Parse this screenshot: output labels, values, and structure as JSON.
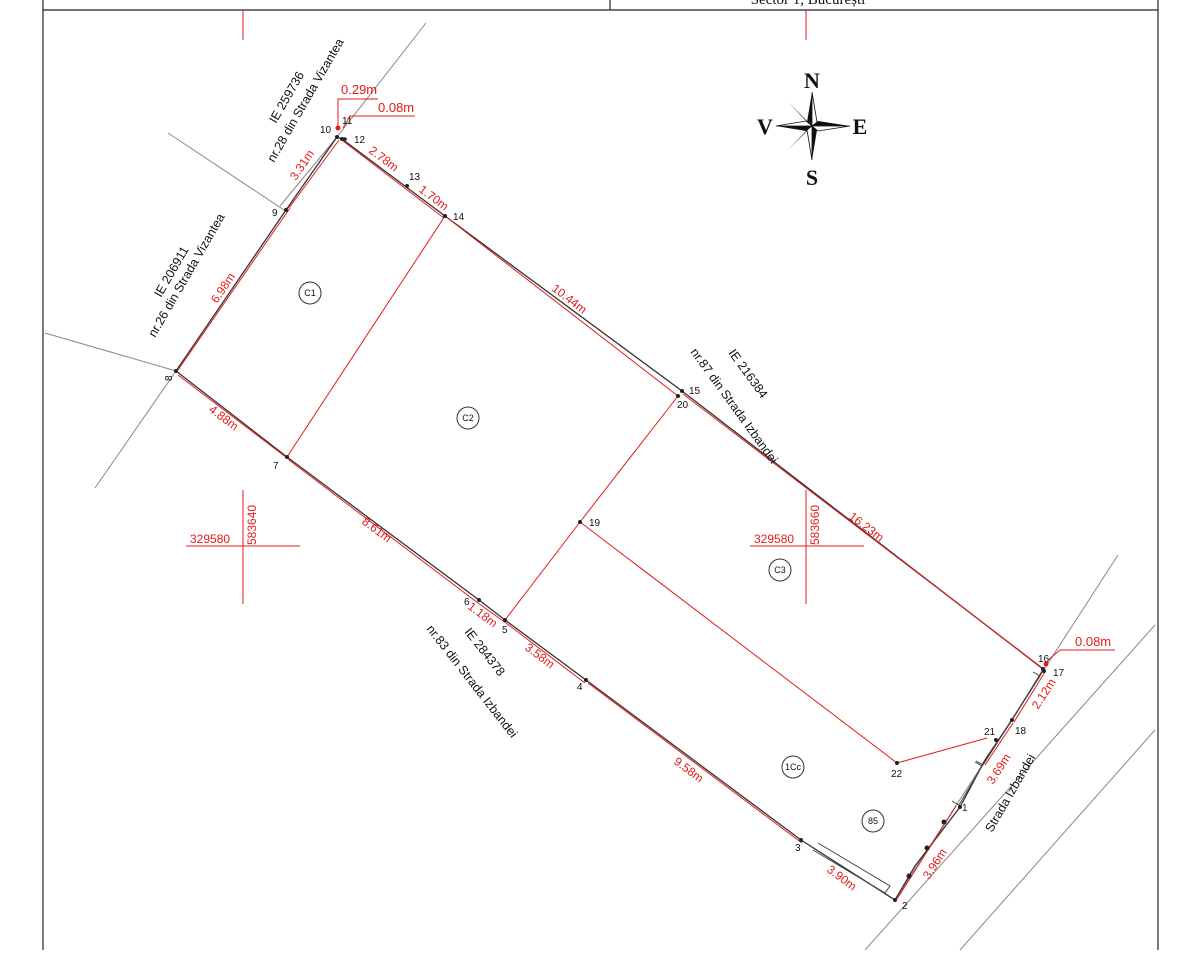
{
  "header": {
    "address_fragment": "Sector 1, București"
  },
  "compass": {
    "north": "N",
    "south": "S",
    "east": "E",
    "west": "V"
  },
  "neighbors": {
    "top_left": {
      "ie": "IE 259736",
      "address": "nr.28 din Strada Vizantea"
    },
    "left": {
      "ie": "IE 206911",
      "address": "nr.26 din Strada Vizantea"
    },
    "right": {
      "ie": "IE 216384",
      "address": "nr.87 din Strada Izbandei"
    },
    "bottom": {
      "ie": "IE 284378",
      "address": "nr.83 din Strada Izbandei"
    }
  },
  "street": "Strada Izbandei",
  "dimensions": {
    "d_0_29": "0.29m",
    "d_0_08_top": "0.08m",
    "d_3_31": "3.31m",
    "d_2_78": "2.78m",
    "d_1_70": "1.70m",
    "d_6_98": "6.98m",
    "d_10_44": "10.44m",
    "d_4_88": "4.88m",
    "d_8_61": "8.61m",
    "d_1_18": "1.18m",
    "d_3_58": "3.58m",
    "d_16_23": "16.23m",
    "d_0_08_right": "0.08m",
    "d_2_12": "2.12m",
    "d_3_69": "3.69m",
    "d_9_58": "9.58m",
    "d_3_90": "3.90m",
    "d_3_96": "3.96m"
  },
  "points": {
    "p1": "1",
    "p2": "2",
    "p3": "3",
    "p4": "4",
    "p5": "5",
    "p6": "6",
    "p7": "7",
    "p8": "8",
    "p9": "9",
    "p10": "10",
    "p11": "11",
    "p12": "12",
    "p13": "13",
    "p14": "14",
    "p15": "15",
    "p16": "16",
    "p17": "17",
    "p18": "18",
    "p19": "19",
    "p20": "20",
    "p21": "21",
    "p22": "22"
  },
  "buildings": {
    "c1": "C1",
    "c2": "C2",
    "c3": "C3",
    "c1cc": "1Cc",
    "c85": "85"
  },
  "grid_marks": [
    {
      "x": "329580",
      "y": "583640"
    },
    {
      "x": "329580",
      "y": "583660"
    }
  ]
}
